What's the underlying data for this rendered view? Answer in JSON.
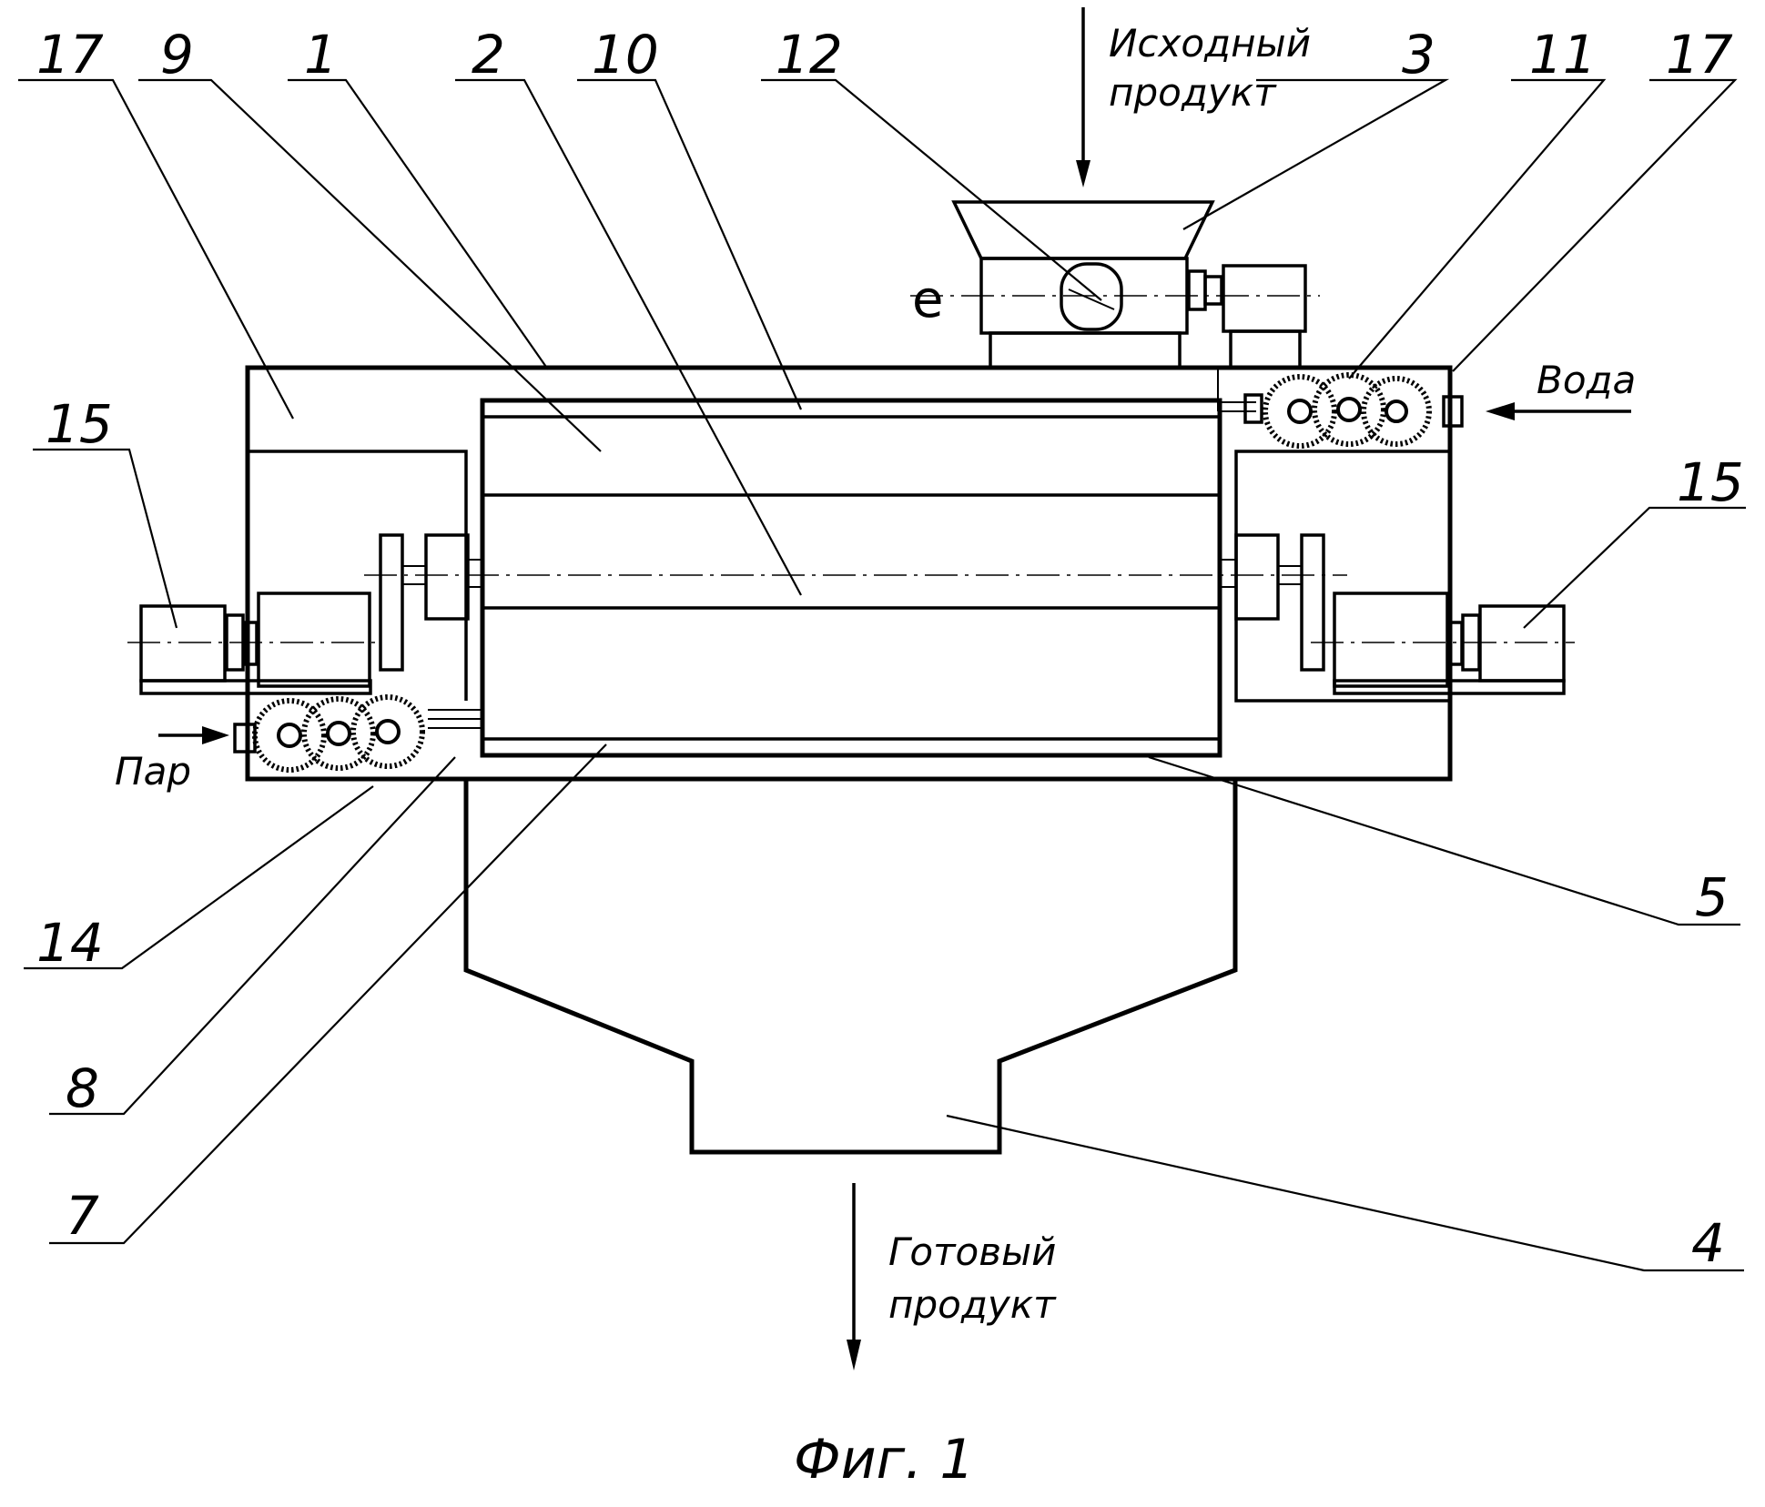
{
  "figure": {
    "caption": "Фиг. 1",
    "flows": {
      "input_line1": "Исходный",
      "input_line2": "продукт",
      "output_line1": "Готовый",
      "output_line2": "продукт",
      "water": "Вода",
      "steam": "Пар"
    },
    "callouts": {
      "n17_left": "17",
      "n9": "9",
      "n1": "1",
      "n2": "2",
      "n10": "10",
      "n12": "12",
      "n3": "3",
      "n11": "11",
      "n17_right": "17",
      "n15_left": "15",
      "n15_right": "15",
      "n14": "14",
      "n8": "8",
      "n7": "7",
      "n5": "5",
      "n4": "4"
    },
    "rotation_symbol": "е"
  }
}
